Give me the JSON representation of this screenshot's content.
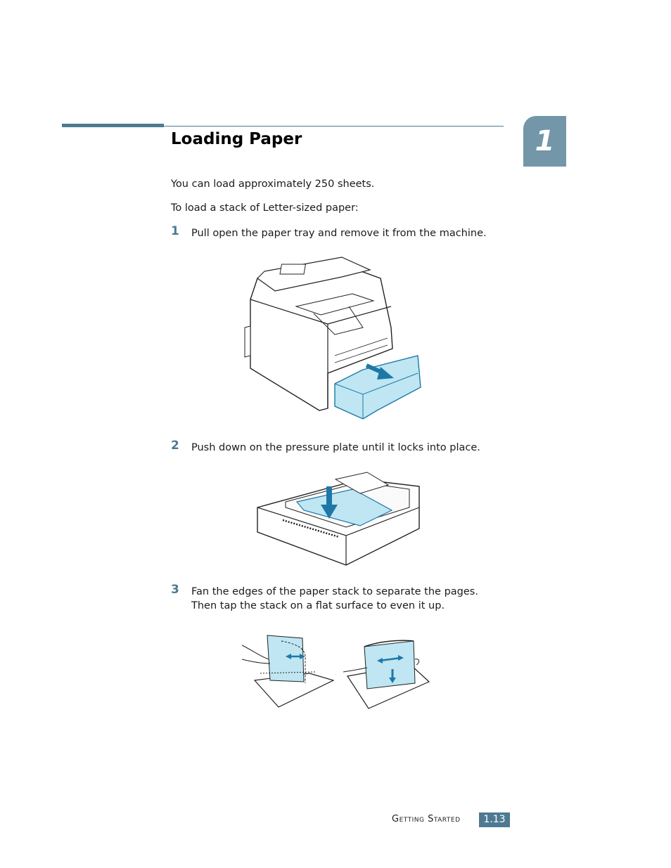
{
  "chapter_number": "1",
  "title": "Loading Paper",
  "intro": [
    "You can load approximately 250 sheets.",
    "To load a stack of Letter-sized paper:"
  ],
  "steps": [
    {
      "number": "1",
      "lines": [
        "Pull open the paper tray and remove it from the machine."
      ]
    },
    {
      "number": "2",
      "lines": [
        "Push down on the pressure plate until it locks into place."
      ]
    },
    {
      "number": "3",
      "lines": [
        "Fan the edges of the paper stack to separate the pages.",
        "Then tap the stack on a flat surface to even it up."
      ]
    }
  ],
  "footer": {
    "section": "Getting Started",
    "page": "1.13"
  },
  "colors": {
    "accent": "#4d7a92",
    "tab": "#7396a9",
    "illustration_highlight": "#bfe6f2",
    "arrow": "#1d78a8"
  }
}
